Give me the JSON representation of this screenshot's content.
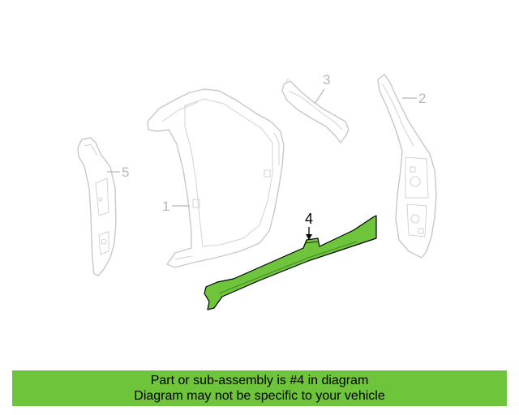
{
  "diagram": {
    "callouts": [
      {
        "id": "1",
        "label": "1",
        "highlighted": false
      },
      {
        "id": "2",
        "label": "2",
        "highlighted": false
      },
      {
        "id": "3",
        "label": "3",
        "highlighted": false
      },
      {
        "id": "4",
        "label": "4",
        "highlighted": true
      },
      {
        "id": "5",
        "label": "5",
        "highlighted": false
      }
    ],
    "highlight_color": "#6ec43a"
  },
  "banner": {
    "line1": "Part or sub-assembly is #4 in diagram",
    "line2": "Diagram may not be specific to your vehicle",
    "background": "#6ec43a"
  }
}
